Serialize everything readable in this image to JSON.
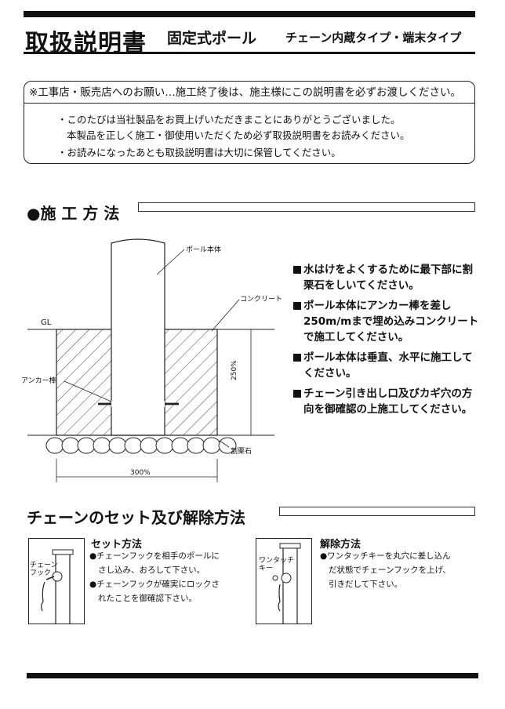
{
  "header": {
    "title": "取扱説明書",
    "subtitle": "固定式ポール",
    "type": "チェーン内蔵タイプ・端末タイプ"
  },
  "notice": {
    "heading": "※工事店・販売店へのお願い…施工終了後は、施主様にこの説明書を必ずお渡しください。",
    "line1": "・このたびは当社製品をお買上げいただきまことにありがとうございました。",
    "line2": "本製品を正しく施工・御使用いただくため必ず取扱説明書をお読みください。",
    "line3": "・お読みになったあとも取扱説明書は大切に保管してください。"
  },
  "construction": {
    "heading": "●施 工 方 法",
    "labels": {
      "pole": "ポール本体",
      "concrete": "コンクリート",
      "gl": "GL",
      "anchor": "アンカー棒",
      "depth": "250%",
      "gravel": "割栗石",
      "width": "300%"
    },
    "points": [
      {
        "l1": "水はけをよくするために最下部に割",
        "l2": "栗石をしいてください。"
      },
      {
        "l1": "ポール本体にアンカー棒を差し",
        "l2": "250m/mまで埋め込みコンクリート",
        "l3": "で施工してください。"
      },
      {
        "l1": "ポール本体は垂直、水平に施工して",
        "l2": "ください。"
      },
      {
        "l1": "チェーン引き出し口及びカギ穴の方",
        "l2": "向を御確認の上施工してください。"
      }
    ]
  },
  "chain": {
    "heading": "チェーンのセット及び解除方法",
    "set": {
      "title": "セット方法",
      "label": "チェーン\nフック",
      "l1": "●チェーンフックを相手のポールに",
      "l2": "さし込み、おろして下さい。",
      "l3": "●チェーンフックが確実にロックさ",
      "l4": "れたことを御確認下さい。"
    },
    "release": {
      "title": "解除方法",
      "label": "ワンタッチ\nキー",
      "l1": "●ワンタッチキーを丸穴に差し込ん",
      "l2": "だ状態でチェーンフックを上げ、",
      "l3": "引きだして下さい。"
    }
  }
}
